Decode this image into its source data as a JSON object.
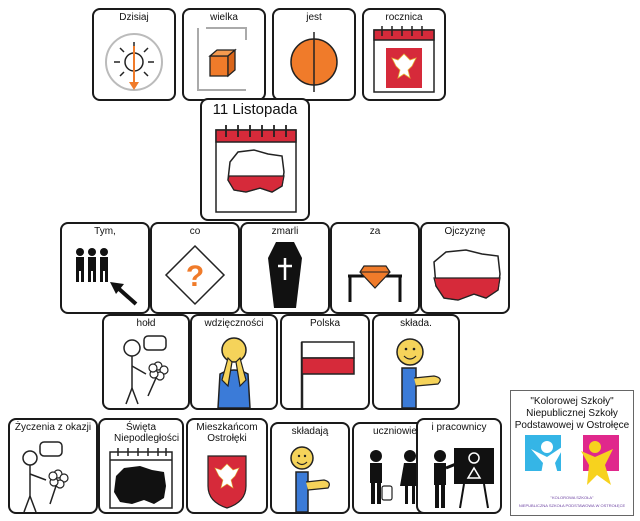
{
  "row1": [
    "Dzisiaj",
    "wielka",
    "jest",
    "rocznica"
  ],
  "main_card": "11 Listopada",
  "row3": [
    "Tym,",
    "co",
    "zmarli",
    "za",
    "Ojczyznę"
  ],
  "row4": [
    "hołd",
    "wdzięczności",
    "Polska",
    "składa."
  ],
  "row5": [
    "Życzenia z okazji",
    "Święta Niepodległości",
    "Mieszkańcom Ostrołęki",
    "składają",
    "uczniowie",
    "i pracownicy"
  ],
  "logo": {
    "title_lines": [
      "\"Kolorowej Szkoły\"",
      "Niepublicznej Szkoły",
      "Podstawowej w Ostrołęce"
    ],
    "small_name": "\"KOLOROWA SZKOŁA\"",
    "small_sub": "NIEPUBLICZNA SZKOŁA PODSTAWOWA W OSTROŁĘCE"
  },
  "colors": {
    "orange": "#f07b2a",
    "red": "#d62a3a",
    "blue": "#3b7bd8",
    "skin": "#f5d35a",
    "logo_magenta": "#e0288c",
    "logo_cyan": "#35b5e6",
    "logo_yellow": "#f7d21e"
  }
}
